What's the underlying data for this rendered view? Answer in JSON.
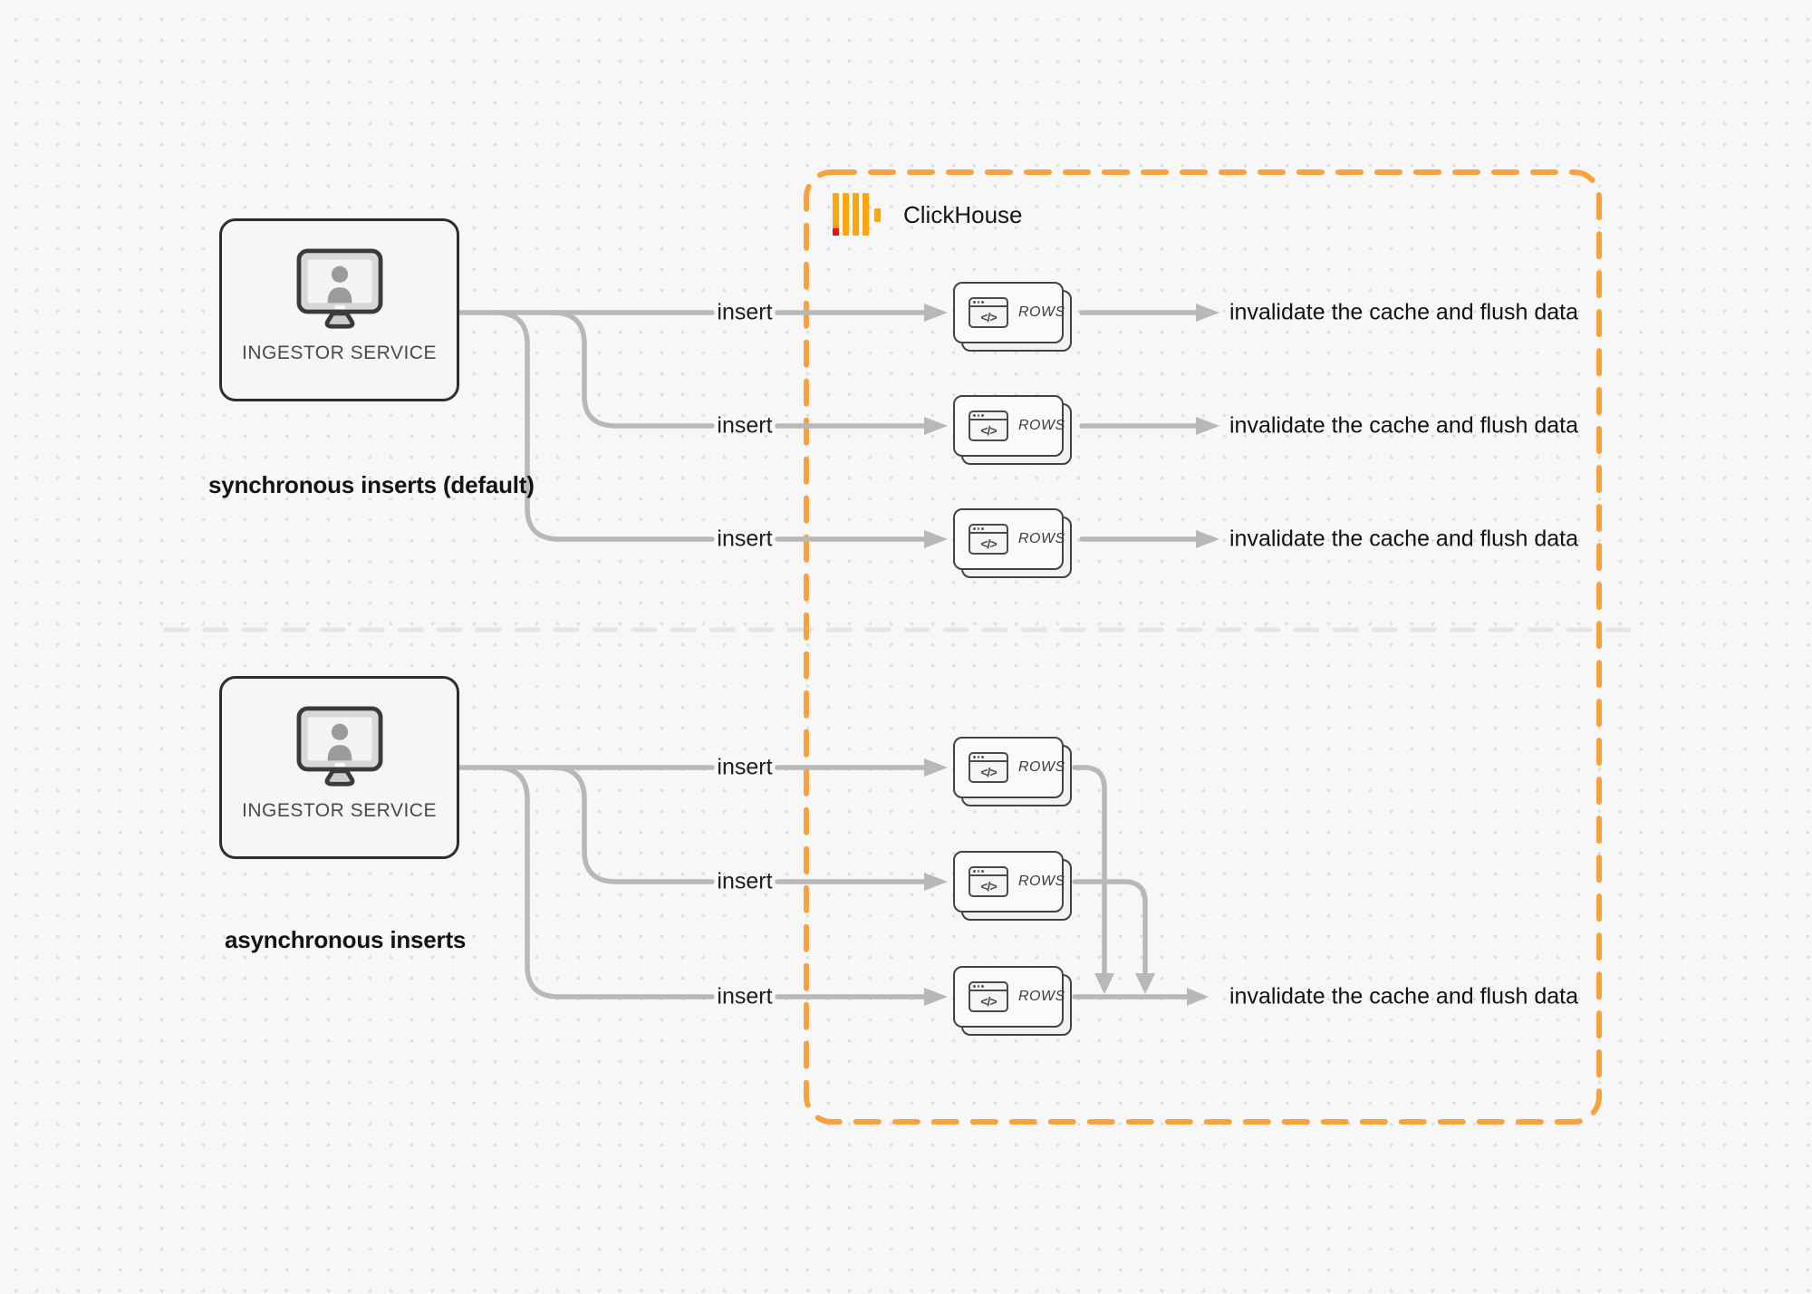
{
  "colors": {
    "accent_orange": "#F9A13C",
    "logo_amber": "#FBA70B",
    "logo_red": "#F2100E",
    "connector_gray": "#B8B8B8",
    "divider_gray": "#E5E5E5"
  },
  "clickhouse": {
    "label": "ClickHouse"
  },
  "icons": {
    "code": "</>"
  },
  "sections": [
    {
      "caption": "synchronous inserts (default)",
      "source_label": "INGESTOR SERVICE",
      "rows": [
        {
          "insert": "insert",
          "card": "ROWS",
          "result": "invalidate the cache and flush data"
        },
        {
          "insert": "insert",
          "card": "ROWS",
          "result": "invalidate the cache and flush data"
        },
        {
          "insert": "insert",
          "card": "ROWS",
          "result": "invalidate the cache and flush data"
        }
      ]
    },
    {
      "caption": "asynchronous inserts",
      "source_label": "INGESTOR SERVICE",
      "rows": [
        {
          "insert": "insert",
          "card": "ROWS"
        },
        {
          "insert": "insert",
          "card": "ROWS"
        },
        {
          "insert": "insert",
          "card": "ROWS"
        }
      ],
      "result": "invalidate the cache and flush data"
    }
  ]
}
